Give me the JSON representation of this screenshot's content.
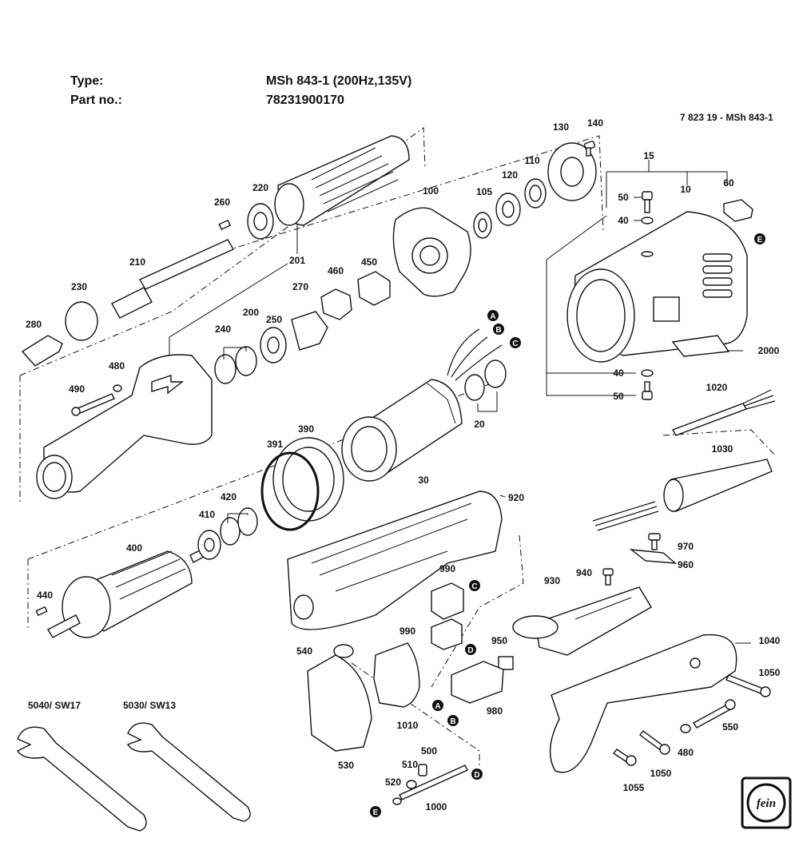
{
  "header": {
    "type_label": "Type:",
    "type_value": "MSh 843-1 (200Hz,135V)",
    "part_label": "Part no.:",
    "part_value": "78231900170",
    "doc_id": "7 823 19 - MSh 843-1"
  },
  "parts": [
    {
      "id": "p10",
      "num": "10"
    },
    {
      "id": "p15",
      "num": "15"
    },
    {
      "id": "p20",
      "num": "20"
    },
    {
      "id": "p30",
      "num": "30"
    },
    {
      "id": "p40a",
      "num": "40"
    },
    {
      "id": "p40b",
      "num": "40"
    },
    {
      "id": "p50a",
      "num": "50"
    },
    {
      "id": "p50b",
      "num": "50"
    },
    {
      "id": "p60",
      "num": "60"
    },
    {
      "id": "p100",
      "num": "100"
    },
    {
      "id": "p105",
      "num": "105"
    },
    {
      "id": "p110",
      "num": "110"
    },
    {
      "id": "p120",
      "num": "120"
    },
    {
      "id": "p130",
      "num": "130"
    },
    {
      "id": "p140",
      "num": "140"
    },
    {
      "id": "p200",
      "num": "200"
    },
    {
      "id": "p201",
      "num": "201"
    },
    {
      "id": "p210",
      "num": "210"
    },
    {
      "id": "p220",
      "num": "220"
    },
    {
      "id": "p230",
      "num": "230"
    },
    {
      "id": "p240",
      "num": "240"
    },
    {
      "id": "p250",
      "num": "250"
    },
    {
      "id": "p260",
      "num": "260"
    },
    {
      "id": "p270",
      "num": "270"
    },
    {
      "id": "p280",
      "num": "280"
    },
    {
      "id": "p390",
      "num": "390"
    },
    {
      "id": "p391",
      "num": "391"
    },
    {
      "id": "p400",
      "num": "400"
    },
    {
      "id": "p410",
      "num": "410"
    },
    {
      "id": "p420",
      "num": "420"
    },
    {
      "id": "p440",
      "num": "440"
    },
    {
      "id": "p450",
      "num": "450"
    },
    {
      "id": "p460",
      "num": "460"
    },
    {
      "id": "p480a",
      "num": "480"
    },
    {
      "id": "p480b",
      "num": "480"
    },
    {
      "id": "p490",
      "num": "490"
    },
    {
      "id": "p500",
      "num": "500"
    },
    {
      "id": "p510",
      "num": "510"
    },
    {
      "id": "p520",
      "num": "520"
    },
    {
      "id": "p530",
      "num": "530"
    },
    {
      "id": "p540",
      "num": "540"
    },
    {
      "id": "p550",
      "num": "550"
    },
    {
      "id": "p920",
      "num": "920"
    },
    {
      "id": "p930",
      "num": "930"
    },
    {
      "id": "p940",
      "num": "940"
    },
    {
      "id": "p950",
      "num": "950"
    },
    {
      "id": "p960",
      "num": "960"
    },
    {
      "id": "p970",
      "num": "970"
    },
    {
      "id": "p980",
      "num": "980"
    },
    {
      "id": "p990a",
      "num": "990"
    },
    {
      "id": "p990b",
      "num": "990"
    },
    {
      "id": "p1000",
      "num": "1000"
    },
    {
      "id": "p1010",
      "num": "1010"
    },
    {
      "id": "p1020",
      "num": "1020"
    },
    {
      "id": "p1030",
      "num": "1030"
    },
    {
      "id": "p1040",
      "num": "1040"
    },
    {
      "id": "p1050a",
      "num": "1050"
    },
    {
      "id": "p1050b",
      "num": "1050"
    },
    {
      "id": "p1055",
      "num": "1055"
    },
    {
      "id": "p2000",
      "num": "2000"
    },
    {
      "id": "p5030",
      "num": "5030/ SW13"
    },
    {
      "id": "p5040",
      "num": "5040/ SW17"
    }
  ],
  "markers": {
    "A": "A",
    "B": "B",
    "C": "C",
    "D": "D",
    "E": "E"
  },
  "logo_text": "fein"
}
